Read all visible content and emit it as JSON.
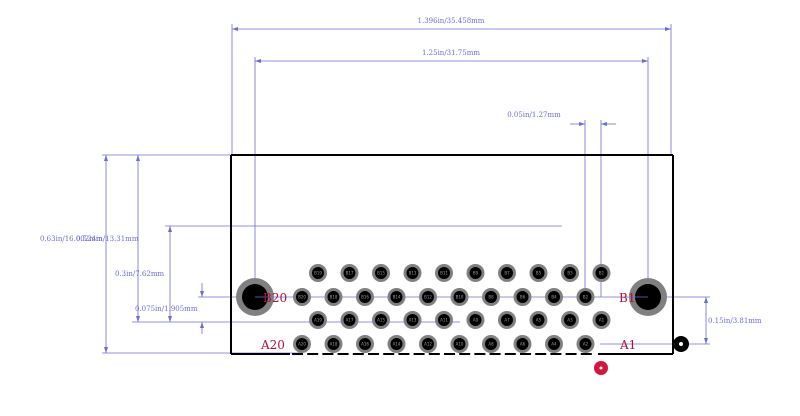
{
  "colors": {
    "background": "#ffffff",
    "dimension": "#6b6bd6",
    "outline": "#000000",
    "pad_outer": "#808080",
    "pad_inner": "#000000",
    "ref_label": "#b0103a",
    "pin1_marker": "#d4163c",
    "fiducial": "#000000"
  },
  "dimensions": {
    "overall_width": "1.396in/35.458mm",
    "mount_hole_spacing": "1.25in/31.75mm",
    "pin_pitch": "0.05in/1.27mm",
    "overall_height": "0.63in/16.002mm",
    "outline_height": "0.524in/13.31mm",
    "body_depth": "0.3in/7.62mm",
    "row_pitch": "0.075in/1.905mm",
    "hole_offset": "0.15in/3.81mm"
  },
  "labels": {
    "b20": "B20",
    "b1": "B1",
    "a20": "A20",
    "a1": "A1"
  },
  "pin_rows": {
    "row1": [
      "B19",
      "B17",
      "B15",
      "B13",
      "B11",
      "B9",
      "B7",
      "B5",
      "B3",
      "B1"
    ],
    "row2": [
      "B20",
      "B18",
      "B16",
      "B14",
      "B12",
      "B10",
      "B8",
      "B6",
      "B4",
      "B2"
    ],
    "row3": [
      "A19",
      "A17",
      "A15",
      "A13",
      "A11",
      "A9",
      "A7",
      "A5",
      "A3",
      "A1"
    ],
    "row4": [
      "A20",
      "A18",
      "A16",
      "A14",
      "A12",
      "A10",
      "A8",
      "A6",
      "A4",
      "A2"
    ]
  }
}
